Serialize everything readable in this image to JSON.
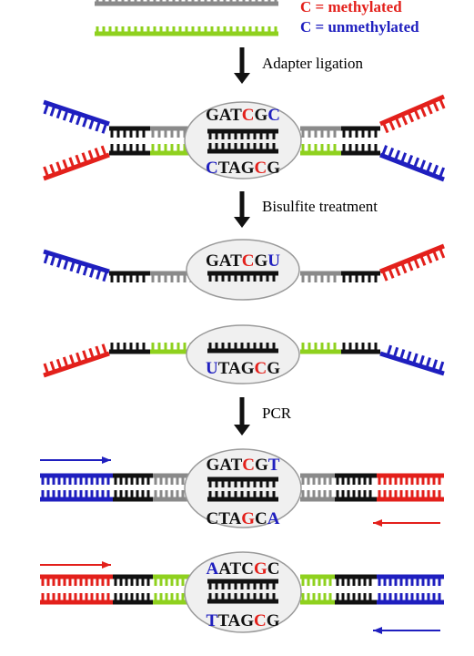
{
  "legend": {
    "methylated": {
      "text": "C = methylated",
      "color": "#e3201b"
    },
    "unmethylated": {
      "text": "C = unmethylated",
      "color": "#1f1fbf"
    }
  },
  "colors": {
    "red": "#e3201b",
    "blue": "#1f1fbf",
    "black": "#111111",
    "grey": "#8a8a8a",
    "green": "#8fd11e",
    "ellipse_fill": "#f0f0f0",
    "ellipse_stroke": "#9a9a9a"
  },
  "steps": {
    "adapter": "Adapter ligation",
    "bisulfite": "Bisulfite treatment",
    "pcr": "PCR"
  },
  "blocks": [
    {
      "id": "ligated",
      "top": [
        [
          "G",
          "k"
        ],
        [
          "A",
          "k"
        ],
        [
          "T",
          "k"
        ],
        [
          "C",
          "r"
        ],
        [
          "G",
          "k"
        ],
        [
          "C",
          "b"
        ]
      ],
      "bottom": [
        [
          "C",
          "b"
        ],
        [
          "T",
          "k"
        ],
        [
          "A",
          "k"
        ],
        [
          "G",
          "k"
        ],
        [
          "C",
          "r"
        ],
        [
          "G",
          "k"
        ]
      ]
    },
    {
      "id": "bisulfite-top",
      "top": [
        [
          "G",
          "k"
        ],
        [
          "A",
          "k"
        ],
        [
          "T",
          "k"
        ],
        [
          "C",
          "r"
        ],
        [
          "G",
          "k"
        ],
        [
          "U",
          "b"
        ]
      ],
      "bottom": []
    },
    {
      "id": "bisulfite-bottom",
      "top": [],
      "bottom": [
        [
          "U",
          "b"
        ],
        [
          "T",
          "k"
        ],
        [
          "A",
          "k"
        ],
        [
          "G",
          "k"
        ],
        [
          "C",
          "r"
        ],
        [
          "G",
          "k"
        ]
      ]
    },
    {
      "id": "pcr-1",
      "top": [
        [
          "G",
          "k"
        ],
        [
          "A",
          "k"
        ],
        [
          "T",
          "k"
        ],
        [
          "C",
          "r"
        ],
        [
          "G",
          "k"
        ],
        [
          "T",
          "b"
        ]
      ],
      "bottom": [
        [
          "C",
          "k"
        ],
        [
          "T",
          "k"
        ],
        [
          "A",
          "k"
        ],
        [
          "G",
          "r"
        ],
        [
          "C",
          "k"
        ],
        [
          "A",
          "b"
        ]
      ]
    },
    {
      "id": "pcr-2",
      "top": [
        [
          "A",
          "b"
        ],
        [
          "A",
          "k"
        ],
        [
          "T",
          "k"
        ],
        [
          "C",
          "k"
        ],
        [
          "G",
          "r"
        ],
        [
          "C",
          "k"
        ]
      ],
      "bottom": [
        [
          "T",
          "b"
        ],
        [
          "T",
          "k"
        ],
        [
          "A",
          "k"
        ],
        [
          "G",
          "k"
        ],
        [
          "C",
          "r"
        ],
        [
          "G",
          "k"
        ]
      ]
    }
  ]
}
